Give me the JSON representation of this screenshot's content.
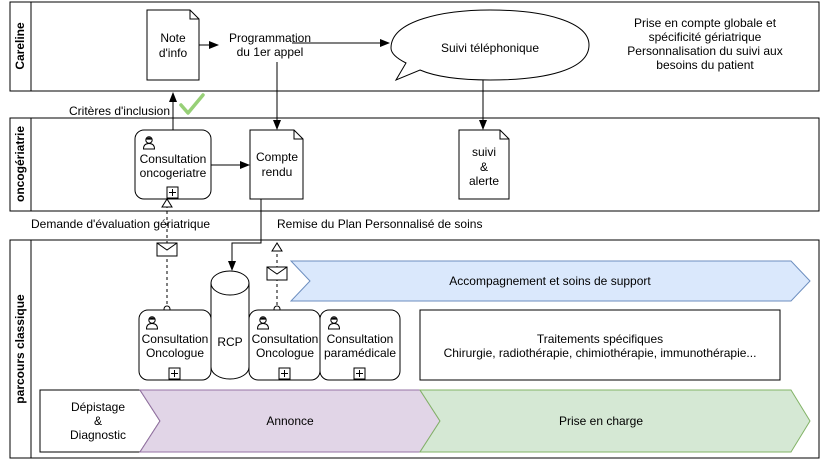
{
  "lanes": {
    "careline": "Careline",
    "oncogeriatrie": "oncogériatrie",
    "parcours": "parcours classique"
  },
  "nodes": {
    "note_info": [
      "Note",
      "d'info"
    ],
    "programmation": [
      "Programmation",
      "du  1er appel"
    ],
    "suivi_tel": "Suivi téléphonique",
    "careline_note": [
      "Prise en compte globale et",
      "spécificité gériatrique",
      "Personnalisation du suivi aux",
      "besoins du patient"
    ],
    "consult_onco_ger": [
      "Consultation",
      "oncogeriatre"
    ],
    "compte_rendu": [
      "Compte",
      "rendu"
    ],
    "suivi_alerte": [
      "suivi",
      "&",
      "alerte"
    ],
    "criteres": "Critères d'inclusion",
    "demande_eval": "Demande d'évaluation gériatrique",
    "remise_pps": "Remise du Plan Personnalisé de soins",
    "accompagnement": "Accompagnement et soins de support",
    "consult_oncologue_1": [
      "Consultation",
      "Oncologue"
    ],
    "rcp": "RCP",
    "consult_oncologue_2": [
      "Consultation",
      "Oncologue"
    ],
    "consult_paramedicale": [
      "Consultation",
      "paramédicale"
    ],
    "traitements": [
      "Traitements spécifiques",
      "Chirurgie, radiothérapie, chimiothérapie, immunothérapie..."
    ],
    "depistage": [
      "Dépistage",
      "&",
      "Diagnostic"
    ],
    "annonce": "Annonce",
    "prise_en_charge": "Prise en charge"
  },
  "colors": {
    "accompagnement_fill": "#dae8fc",
    "accompagnement_stroke": "#6c8ebf",
    "annonce_fill": "#e1d5e7",
    "annonce_stroke": "#9673a6",
    "prise_fill": "#d5e8d4",
    "prise_stroke": "#82b366",
    "check": "#97d077"
  },
  "icons": [
    "user-icon",
    "plus-icon",
    "envelope-icon",
    "checkmark-icon",
    "arrow-triangle-icon"
  ]
}
